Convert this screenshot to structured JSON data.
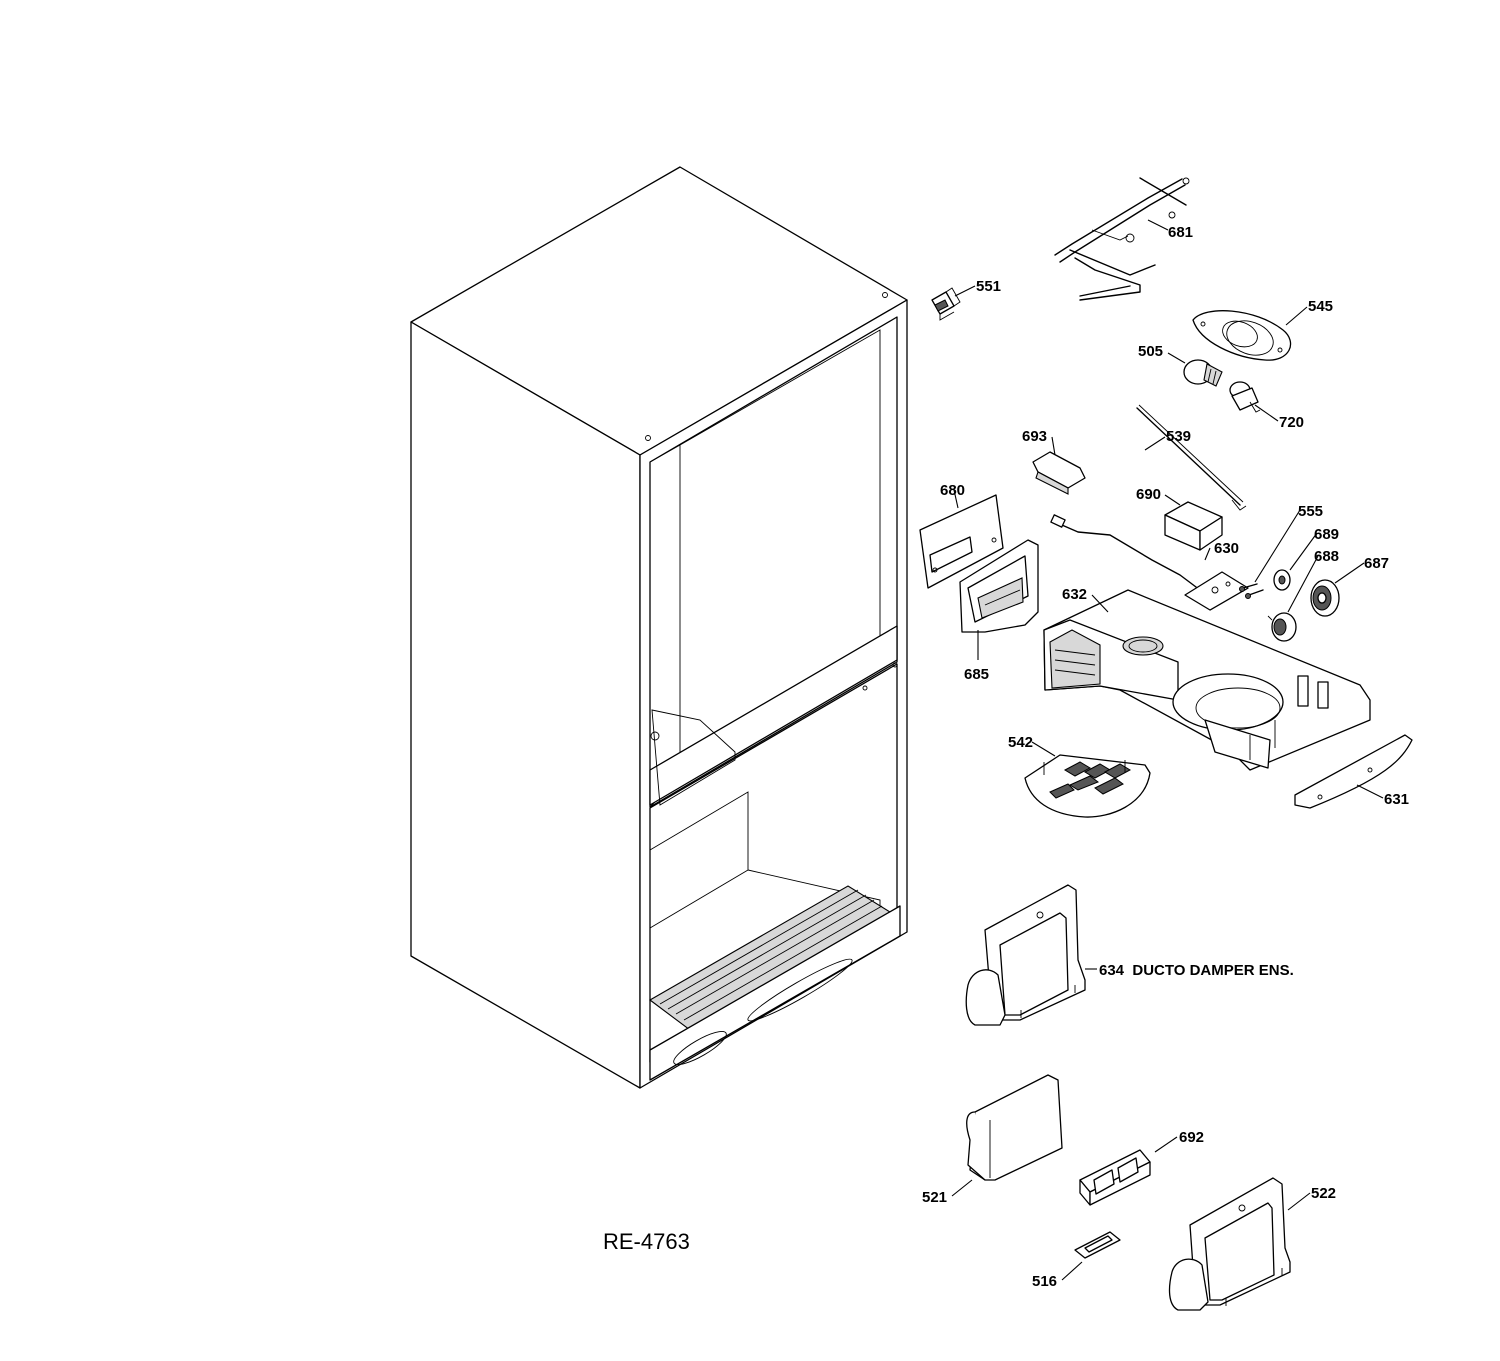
{
  "diagram_code": "RE-4763",
  "callouts": [
    {
      "id": "681",
      "label": "681"
    },
    {
      "id": "551",
      "label": "551"
    },
    {
      "id": "545",
      "label": "545"
    },
    {
      "id": "505",
      "label": "505"
    },
    {
      "id": "720",
      "label": "720"
    },
    {
      "id": "693",
      "label": "693"
    },
    {
      "id": "539",
      "label": "539"
    },
    {
      "id": "680",
      "label": "680"
    },
    {
      "id": "690",
      "label": "690"
    },
    {
      "id": "555",
      "label": "555"
    },
    {
      "id": "689",
      "label": "689"
    },
    {
      "id": "630",
      "label": "630"
    },
    {
      "id": "688",
      "label": "688"
    },
    {
      "id": "687",
      "label": "687"
    },
    {
      "id": "632",
      "label": "632"
    },
    {
      "id": "685",
      "label": "685"
    },
    {
      "id": "542",
      "label": "542"
    },
    {
      "id": "631",
      "label": "631"
    },
    {
      "id": "634",
      "label": "634  DUCTO DAMPER ENS."
    },
    {
      "id": "692",
      "label": "692"
    },
    {
      "id": "522",
      "label": "522"
    },
    {
      "id": "521",
      "label": "521"
    },
    {
      "id": "516",
      "label": "516"
    }
  ]
}
